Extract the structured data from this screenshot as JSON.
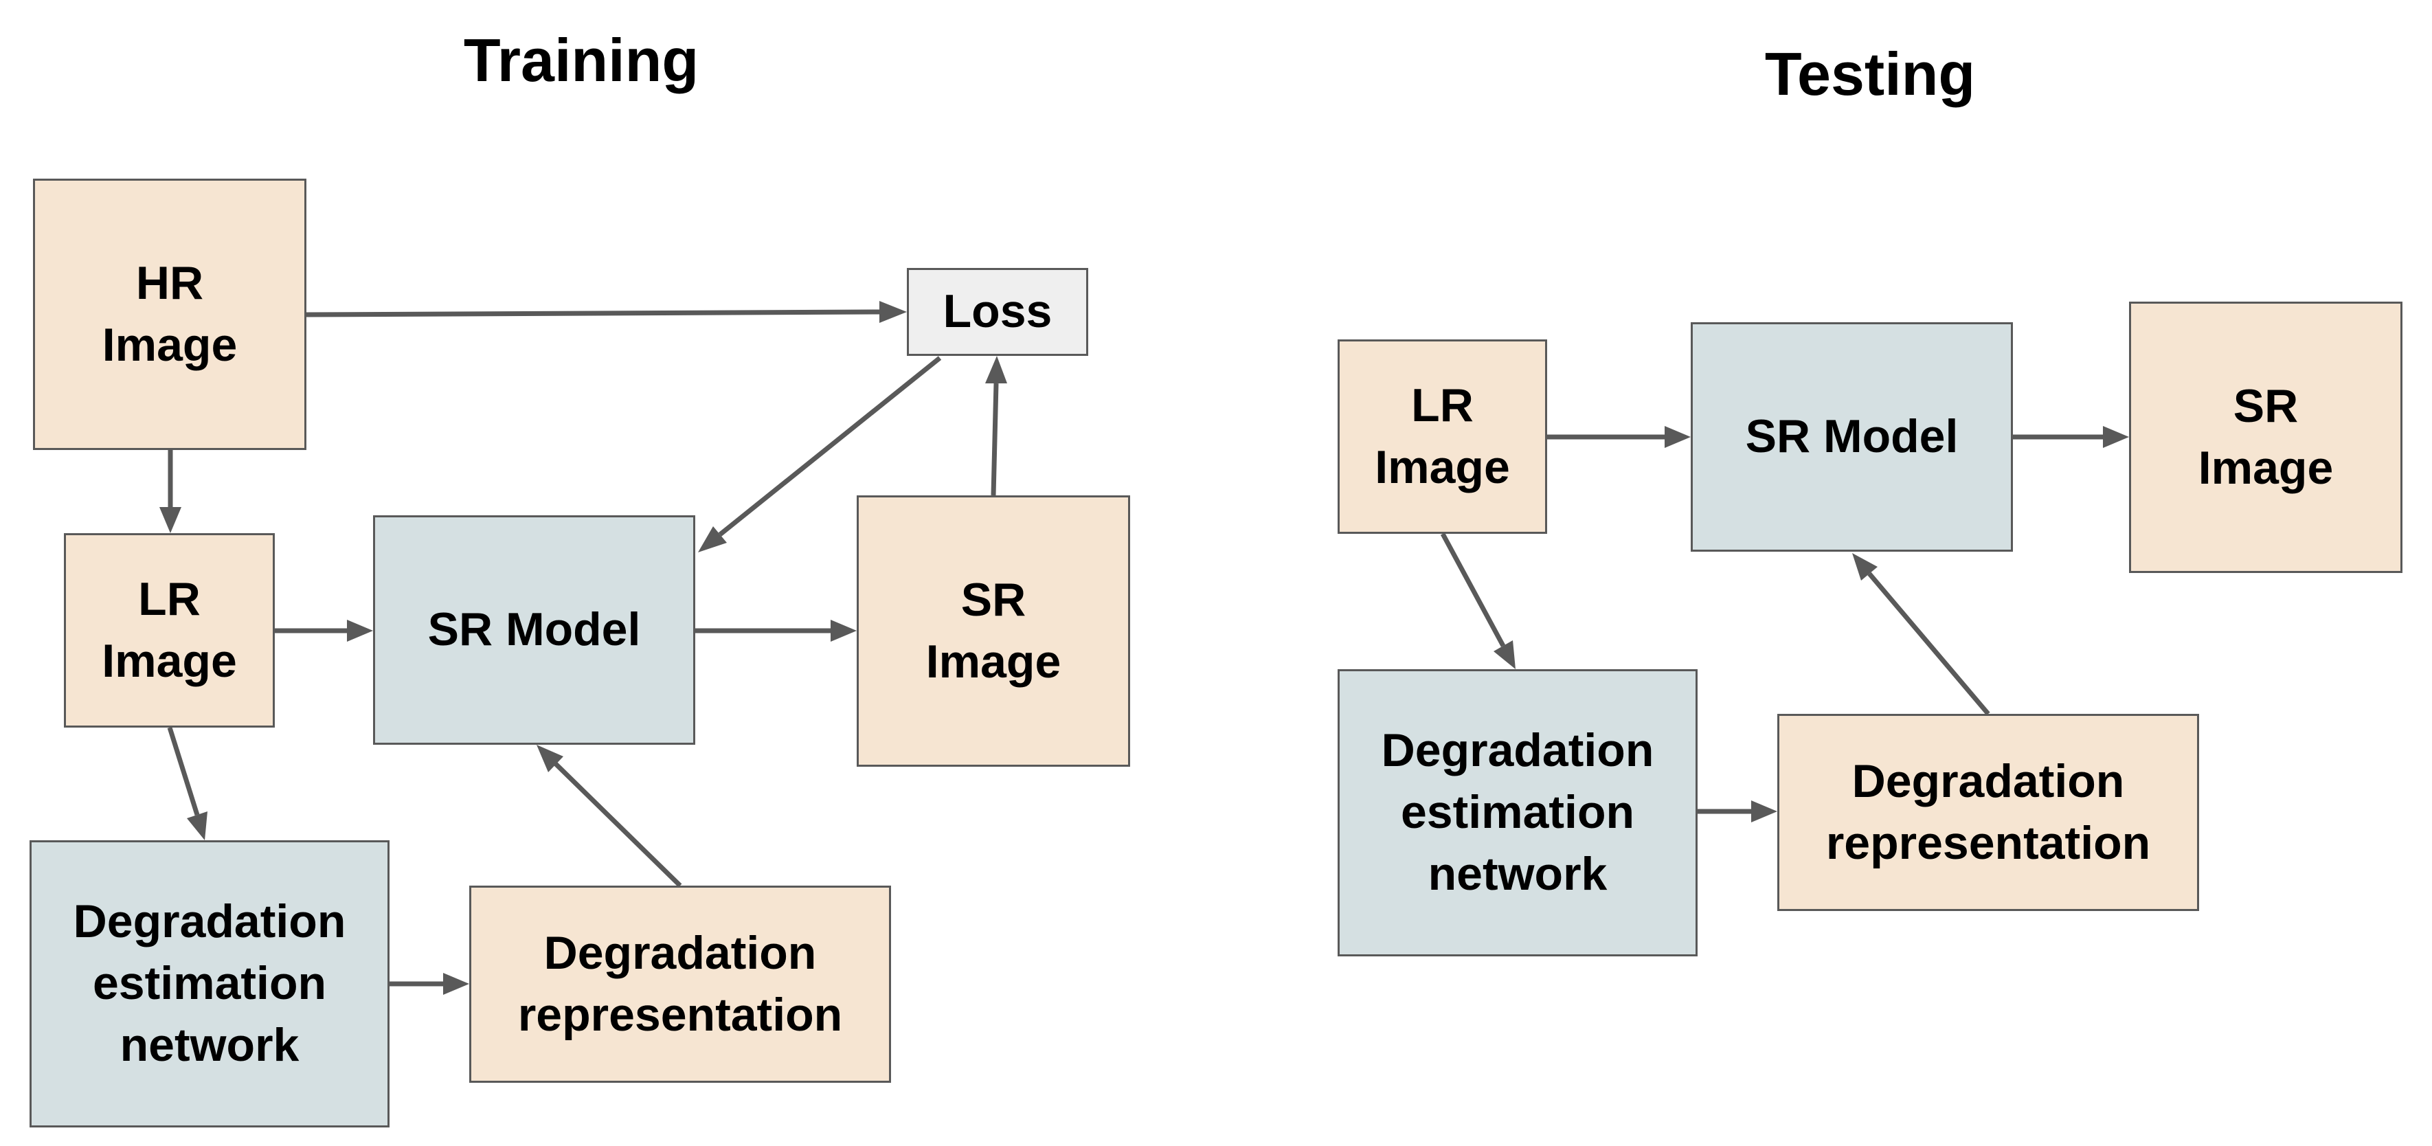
{
  "training": {
    "title": "Training",
    "hr_image": "HR\nImage",
    "loss": "Loss",
    "lr_image": "LR\nImage",
    "sr_model": "SR Model",
    "sr_image": "SR\nImage",
    "degradation_estimation_network": "Degradation\nestimation\nnetwork",
    "degradation_representation": "Degradation\nrepresentation"
  },
  "testing": {
    "title": "Testing",
    "lr_image": "LR\nImage",
    "sr_model": "SR Model",
    "sr_image": "SR\nImage",
    "degradation_estimation_network": "Degradation\nestimation\nnetwork",
    "degradation_representation": "Degradation\nrepresentation"
  },
  "colors": {
    "image_box": "#f6e5d2",
    "network_box": "#d5e0e2",
    "loss_box": "#efefef",
    "border": "#595959",
    "arrow": "#595959"
  }
}
